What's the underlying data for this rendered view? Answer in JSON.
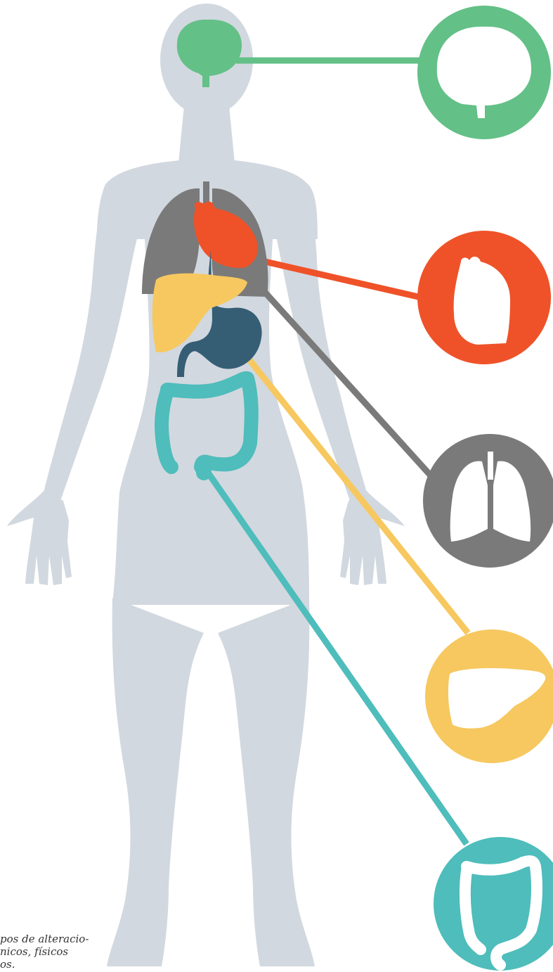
{
  "caption": "pos de alteracio-\nnicos, físicos\nos.",
  "colors": {
    "body": "#D2D8DF",
    "brain": "#63C087",
    "heart": "#EF5229",
    "lungs": "#7A7A7A",
    "liver": "#F6C85F",
    "stomach": "#355E75",
    "intestine": "#4EBDBB",
    "icon_glyph": "#FFFFFF"
  },
  "organs": [
    {
      "id": "brain",
      "icon": "brain-icon"
    },
    {
      "id": "heart",
      "icon": "heart-icon"
    },
    {
      "id": "lungs",
      "icon": "lungs-icon"
    },
    {
      "id": "liver",
      "icon": "liver-icon"
    },
    {
      "id": "intestine",
      "icon": "intestine-icon"
    }
  ]
}
